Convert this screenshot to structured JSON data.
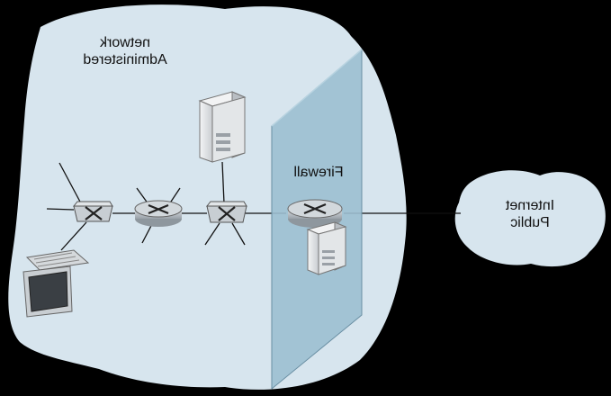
{
  "labels": {
    "administered_line1": "Administered",
    "administered_line2": "network",
    "firewall": "Firewall",
    "public_line1": "Public",
    "public_line2": "Internet"
  },
  "colors": {
    "background": "#000000",
    "cloud": "#d7e5ee",
    "firewall_pane": "#9cbfd0",
    "router": "#b9bfc4",
    "switch": "#c8ced3",
    "server": "#e6e8ea",
    "line": "#111111"
  },
  "icons": [
    "router-icon",
    "switch-icon",
    "server-icon",
    "laptop-icon",
    "firewall-pane-icon",
    "cloud-icon"
  ]
}
